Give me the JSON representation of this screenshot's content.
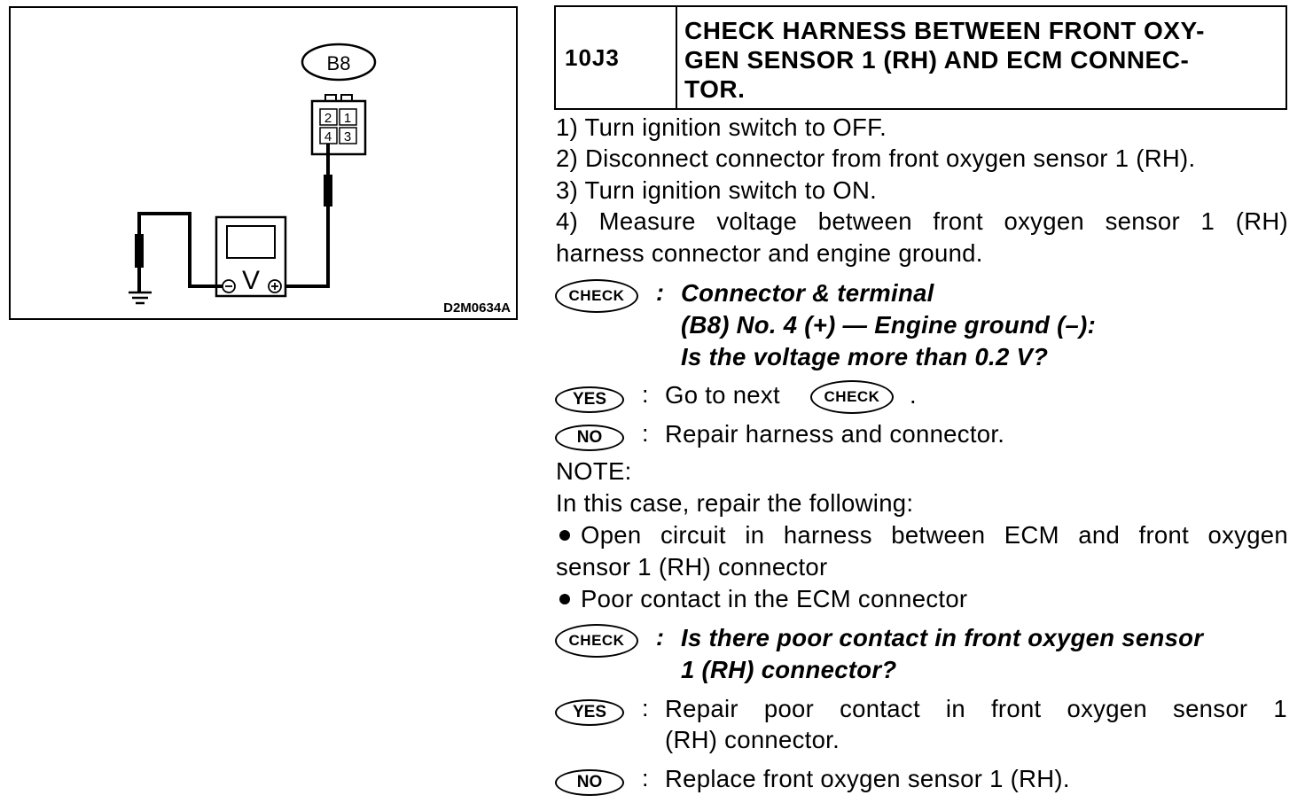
{
  "diagram": {
    "connector_label": "B8",
    "pins": [
      "2",
      "1",
      "4",
      "3"
    ],
    "meter_symbol": "V",
    "minus_symbol": "⊖",
    "plus_symbol": "⊕",
    "figure_id": "D2M0634A"
  },
  "header": {
    "code": "10J3",
    "title_lines": [
      "CHECK HARNESS BETWEEN FRONT OXY-",
      "GEN SENSOR 1 (RH) AND ECM CONNEC-",
      "TOR."
    ]
  },
  "steps": [
    {
      "num": "1)",
      "text": "Turn ignition switch to OFF."
    },
    {
      "num": "2)",
      "text": "Disconnect connector from front oxygen sensor 1 (RH)."
    },
    {
      "num": "3)",
      "text": "Turn ignition switch to ON."
    },
    {
      "num": "4)",
      "text": "Measure voltage between front oxygen sensor 1 (RH)"
    }
  ],
  "step4_cont": "harness connector and engine ground.",
  "badges": {
    "check": "CHECK",
    "yes": "YES",
    "no": "NO"
  },
  "colon": ":",
  "check1": {
    "lines": [
      "Connector & terminal",
      "(B8) No. 4 (+) — Engine ground (–):",
      "Is the voltage more than 0.2 V?"
    ]
  },
  "yes1": {
    "prefix": "Go to next",
    "suffix": "."
  },
  "no1": "Repair harness and connector.",
  "note": {
    "label": "NOTE:",
    "intro": "In this case, repair the following:",
    "bullet1_a": "Open circuit in harness between ECM and front oxygen",
    "bullet1_b": "sensor 1 (RH) connector",
    "bullet2": "Poor contact in the ECM connector"
  },
  "check2": {
    "lines": [
      "Is there poor contact in front oxygen sensor",
      "1 (RH) connector?"
    ]
  },
  "yes2": {
    "line1": "Repair poor contact in front oxygen sensor 1",
    "line2": "(RH) connector."
  },
  "no2": "Replace front oxygen sensor 1 (RH)."
}
